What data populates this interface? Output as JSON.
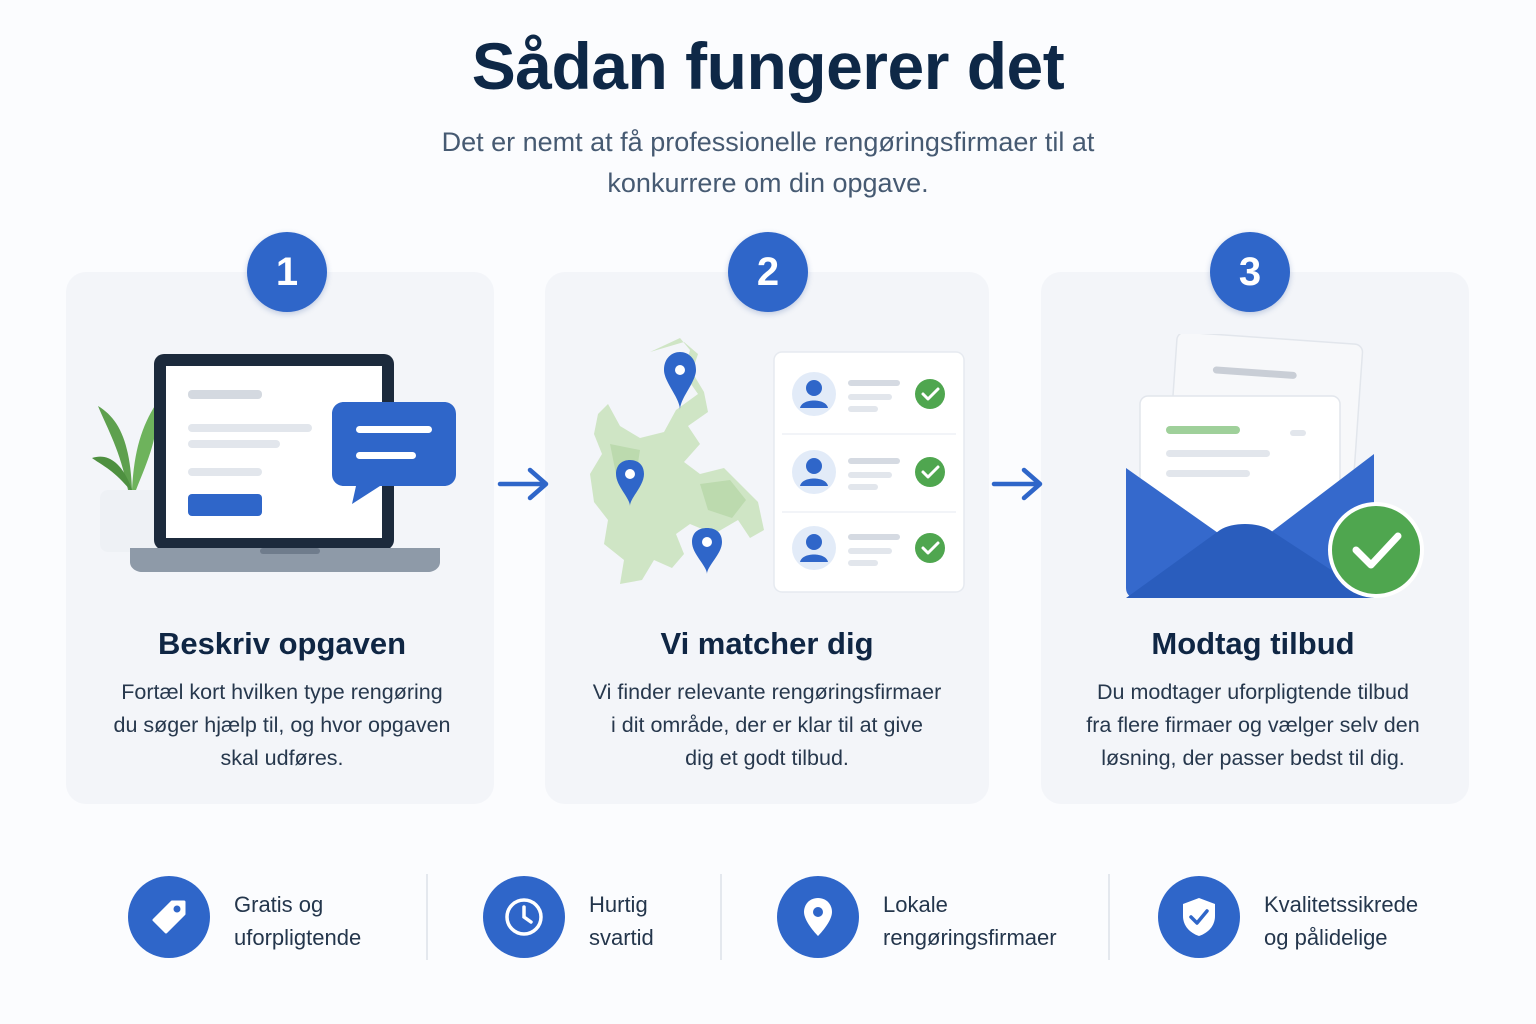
{
  "header": {
    "title": "Sådan fungerer det",
    "subtitle_line1": "Det er nemt at få professionelle rengøringsfirmaer til at",
    "subtitle_line2": "konkurrere om din opgave."
  },
  "steps": [
    {
      "number": "1",
      "title": "Beskriv opgaven",
      "desc": [
        "Fortæl kort hvilken type rengøring",
        "du søger hjælp til, og hvor opgaven",
        "skal udføres."
      ],
      "illustration": "laptop-with-chat-bubble"
    },
    {
      "number": "2",
      "title": "Vi matcher dig",
      "desc": [
        "Vi finder relevante rengøringsfirmaer",
        "i dit område, der er klar til at give",
        "dig et godt tilbud."
      ],
      "illustration": "denmark-map-with-matched-companies"
    },
    {
      "number": "3",
      "title": "Modtag tilbud",
      "desc": [
        "Du modtager uforpligtende tilbud",
        "fra flere firmaer og vælger selv den",
        "løsning, der passer bedst til dig."
      ],
      "illustration": "envelope-with-offers-and-check"
    }
  ],
  "features": [
    {
      "icon": "tag-icon",
      "lines": [
        "Gratis og",
        "uforpligtende"
      ]
    },
    {
      "icon": "clock-icon",
      "lines": [
        "Hurtig",
        "svartid"
      ]
    },
    {
      "icon": "location-pin-icon",
      "lines": [
        "Lokale",
        "rengøringsfirmaer"
      ]
    },
    {
      "icon": "shield-check-icon",
      "lines": [
        "Kvalitetssikrede",
        "og pålidelige"
      ]
    }
  ],
  "colors": {
    "accent": "#2f66c9",
    "success": "#4fa64f",
    "heading": "#0e2847",
    "card_bg": "#f3f5f9"
  }
}
